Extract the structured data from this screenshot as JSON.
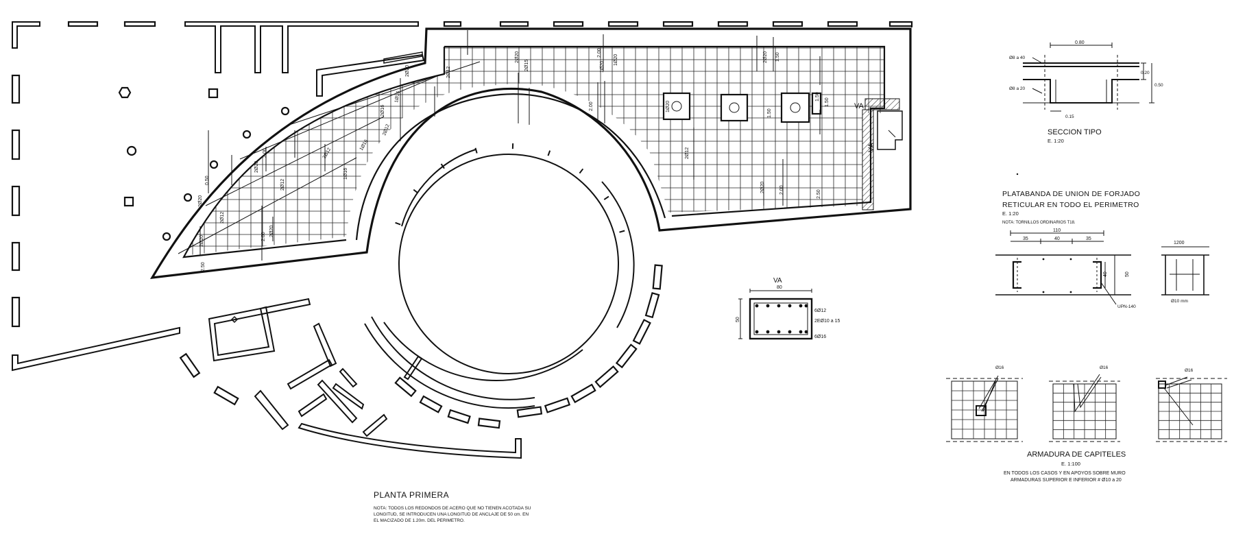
{
  "plan": {
    "title": "PLANTA PRIMERA",
    "note_lines": [
      "NOTA: TODOS LOS REDONDOS DE ACERO QUE NO TIENEN ACOTADA SU",
      "LONGITUD, SE INTRODUCEN UNA LONGITUD DE ANCLAJE DE 50 cm. EN",
      "EL MACIZADO DE 1.20m. DEL PERIMETRO."
    ],
    "rebar_labels": [
      "2Ø20",
      "2Ø15",
      "2Ø12",
      "1Ø16",
      "2Ø20",
      "2Ø12",
      "1Ø16",
      "2Ø16",
      "2Ø12",
      "1Ø16",
      "2Ø20",
      "2Ø12",
      "2Ø12",
      "2Ø20",
      "2Ø20",
      "2Ø20",
      "2Ø12",
      "1Ø20",
      "1Ø20",
      "2Ø20",
      "2Ø20",
      "1Ø20"
    ],
    "dim_labels": [
      "2.00",
      "2.00",
      "1.50",
      "1.50",
      "2.00",
      "1.50",
      "2.50",
      "2.00",
      "2.00",
      "0.50",
      "1.50",
      "2.50"
    ],
    "va_tag": "VA",
    "va_tag_2": "VA"
  },
  "va_section": {
    "title": "VA",
    "width": "80",
    "height": "50",
    "bar_top": "6Ø12",
    "stirrups": "2EØ10 a 15",
    "bar_bottom": "6Ø16"
  },
  "seccion_tipo": {
    "title": "SECCION TIPO",
    "scale": "E. 1:20",
    "dim_top": "0.80",
    "bar_1": "Ø8 a 40",
    "bar_2": "Ø8 a 20",
    "dim_020": "0.20",
    "dim_050": "0.50",
    "dim_015": "0.15"
  },
  "platabanda": {
    "title_1": "PLATABANDA DE UNION DE FORJADO",
    "title_2": "RETICULAR EN TODO EL PERIMETRO",
    "scale": "E. 1:20",
    "note": "NOTA: TORNILLOS ORDINARIOS T18.",
    "dim_110": "110",
    "dim_35a": "35",
    "dim_40": "40",
    "dim_35b": "35",
    "dim_h40": "40",
    "dim_h50": "50",
    "profile": "UPN-140",
    "dim_1200": "1200",
    "bolt": "Ø10 mm"
  },
  "capiteles": {
    "title": "ARMADURA DE CAPITELES",
    "scale": "E. 1:100",
    "note_1": "EN TODOS LOS CASOS Y EN APOYOS SOBRE MURO",
    "note_2": "ARMADURAS SUPERIOR E INFERIOR # Ø10 a 20",
    "bar_a": "Ø16",
    "bar_b": "Ø16",
    "bar_c": "Ø16"
  }
}
